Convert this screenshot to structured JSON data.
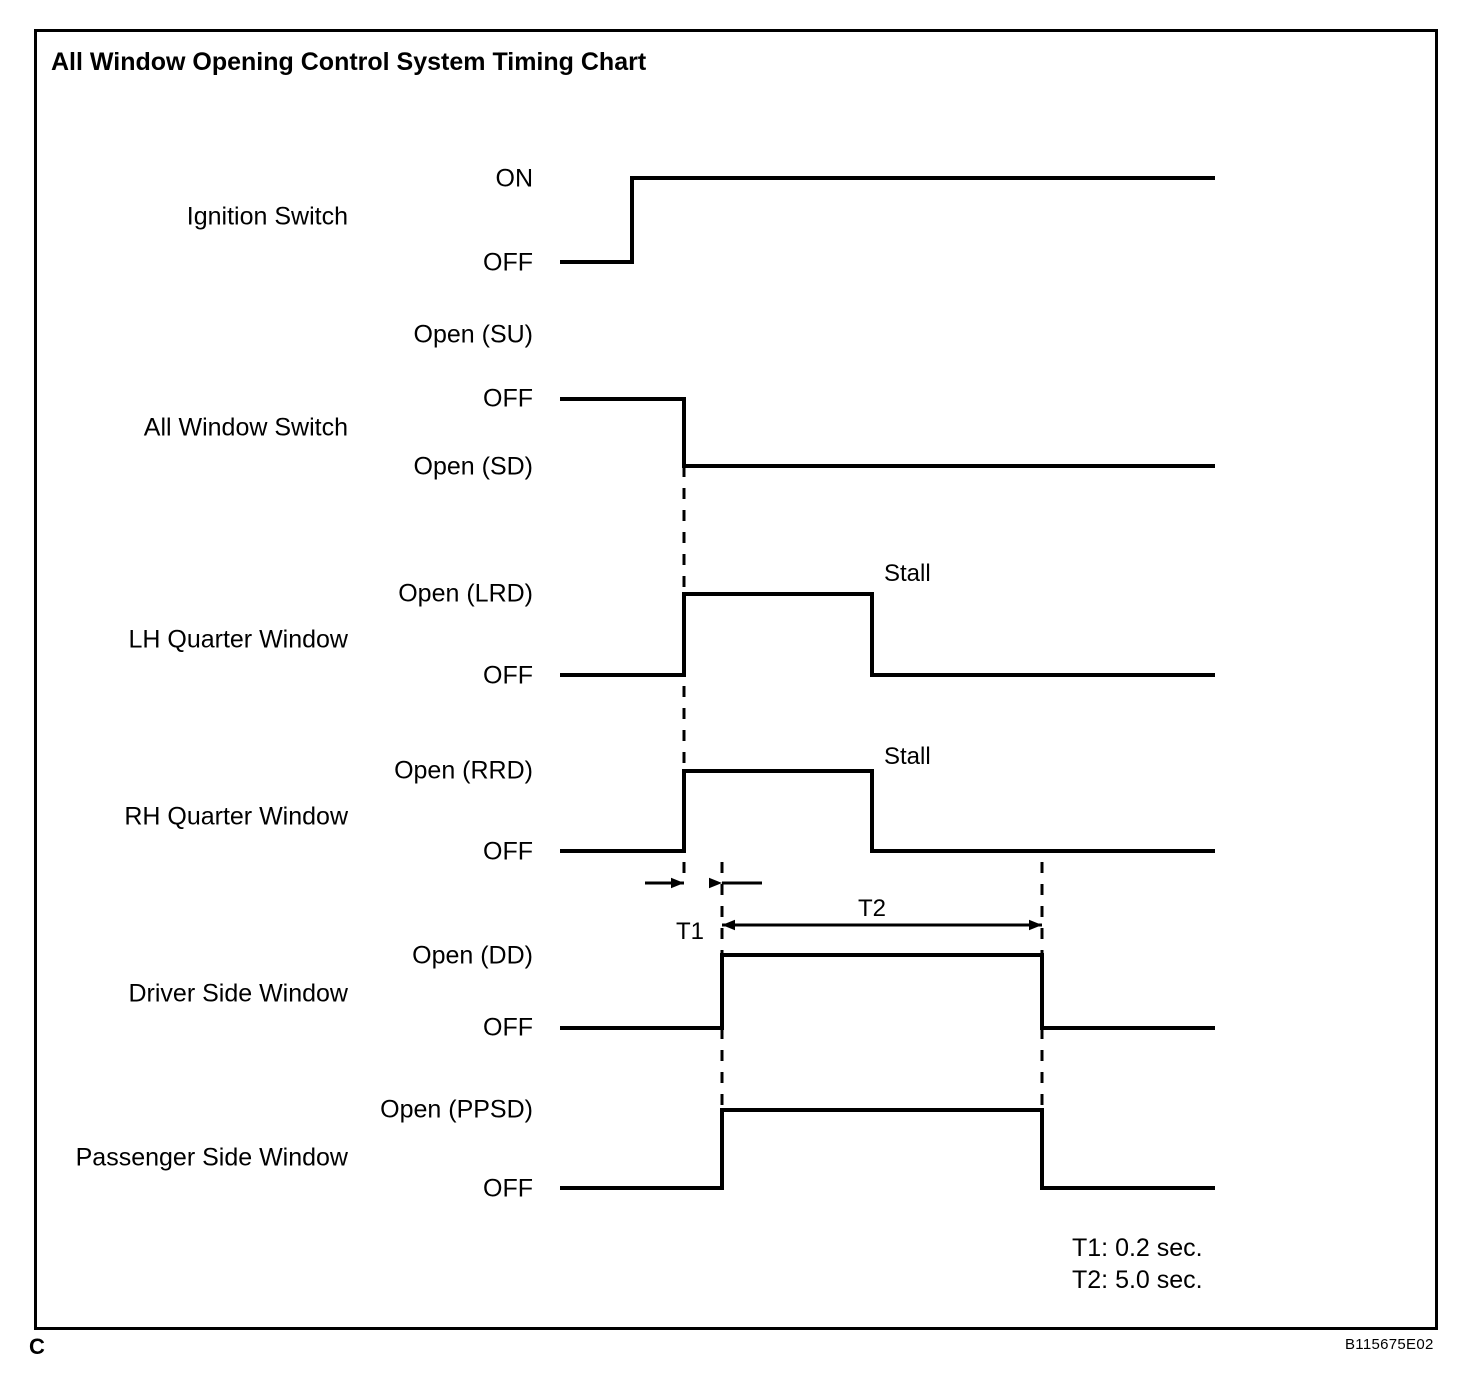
{
  "title": "All Window Opening Control System Timing Chart",
  "footer": {
    "corner_mark": "C",
    "doc_code": "B115675E02"
  },
  "rows": [
    {
      "name": "Ignition Switch",
      "levels": [
        "ON",
        "OFF"
      ]
    },
    {
      "name": "All Window Switch",
      "levels": [
        "Open (SU)",
        "OFF",
        "Open (SD)"
      ]
    },
    {
      "name": "LH Quarter Window",
      "levels": [
        "Open (LRD)",
        "OFF"
      ],
      "annotation": "Stall"
    },
    {
      "name": "RH Quarter Window",
      "levels": [
        "Open (RRD)",
        "OFF"
      ],
      "annotation": "Stall"
    },
    {
      "name": "Driver Side Window",
      "levels": [
        "Open (DD)",
        "OFF"
      ]
    },
    {
      "name": "Passenger Side Window",
      "levels": [
        "Open (PPSD)",
        "OFF"
      ]
    }
  ],
  "timing_markers": {
    "t1_label": "T1",
    "t2_label": "T2"
  },
  "legend": {
    "t1": "T1: 0.2 sec.",
    "t2": "T2: 5.0 sec."
  },
  "chart_data": {
    "type": "line",
    "title": "All Window Opening Control System Timing Chart",
    "xlabel": "",
    "ylabel": "",
    "grid": false,
    "legend_position": "bottom-right",
    "annotations": [
      "Stall",
      "T1",
      "T2",
      "T1: 0.2 sec.",
      "T2: 5.0 sec."
    ],
    "time_constants": {
      "T1": "0.2 sec.",
      "T2": "5.0 sec."
    },
    "series": [
      {
        "name": "Ignition Switch",
        "levels": [
          "ON",
          "OFF"
        ],
        "points": [
          {
            "t": 560,
            "state": "OFF"
          },
          {
            "t": 632,
            "state": "OFF"
          },
          {
            "t": 632,
            "state": "ON"
          },
          {
            "t": 1215,
            "state": "ON"
          }
        ]
      },
      {
        "name": "All Window Switch",
        "levels": [
          "Open (SU)",
          "OFF",
          "Open (SD)"
        ],
        "points": [
          {
            "t": 560,
            "state": "OFF"
          },
          {
            "t": 684,
            "state": "OFF"
          },
          {
            "t": 684,
            "state": "Open (SD)"
          },
          {
            "t": 1215,
            "state": "Open (SD)"
          }
        ]
      },
      {
        "name": "LH Quarter Window",
        "levels": [
          "Open (LRD)",
          "OFF"
        ],
        "points": [
          {
            "t": 560,
            "state": "OFF"
          },
          {
            "t": 684,
            "state": "OFF"
          },
          {
            "t": 684,
            "state": "Open (LRD)"
          },
          {
            "t": 872,
            "state": "Open (LRD)"
          },
          {
            "t": 872,
            "state": "OFF"
          },
          {
            "t": 1215,
            "state": "OFF"
          }
        ]
      },
      {
        "name": "RH Quarter Window",
        "levels": [
          "Open (RRD)",
          "OFF"
        ],
        "points": [
          {
            "t": 560,
            "state": "OFF"
          },
          {
            "t": 684,
            "state": "OFF"
          },
          {
            "t": 684,
            "state": "Open (RRD)"
          },
          {
            "t": 872,
            "state": "Open (RRD)"
          },
          {
            "t": 872,
            "state": "OFF"
          },
          {
            "t": 1215,
            "state": "OFF"
          }
        ]
      },
      {
        "name": "Driver Side Window",
        "levels": [
          "Open (DD)",
          "OFF"
        ],
        "points": [
          {
            "t": 560,
            "state": "OFF"
          },
          {
            "t": 722,
            "state": "OFF"
          },
          {
            "t": 722,
            "state": "Open (DD)"
          },
          {
            "t": 1042,
            "state": "Open (DD)"
          },
          {
            "t": 1042,
            "state": "OFF"
          },
          {
            "t": 1215,
            "state": "OFF"
          }
        ]
      },
      {
        "name": "Passenger Side Window",
        "levels": [
          "Open (PPSD)",
          "OFF"
        ],
        "points": [
          {
            "t": 560,
            "state": "OFF"
          },
          {
            "t": 722,
            "state": "OFF"
          },
          {
            "t": 722,
            "state": "Open (PPSD)"
          },
          {
            "t": 1042,
            "state": "Open (PPSD)"
          },
          {
            "t": 1042,
            "state": "OFF"
          },
          {
            "t": 1215,
            "state": "OFF"
          }
        ]
      }
    ]
  }
}
